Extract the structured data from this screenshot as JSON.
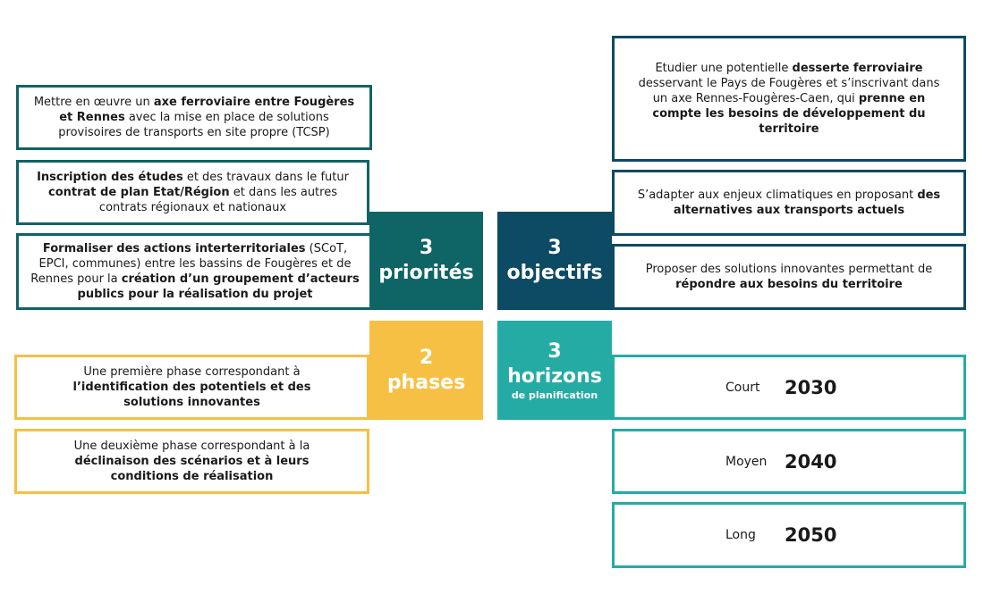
{
  "colors": {
    "teal": "#0f6466",
    "navy": "#0d4a63",
    "yellow": "#f5c044",
    "aqua": "#24aca4"
  },
  "tiles": {
    "priorites": {
      "number": "3",
      "label": "priorités"
    },
    "objectifs": {
      "number": "3",
      "label": "objectifs"
    },
    "phases": {
      "number": "2",
      "label": "phases"
    },
    "horizons": {
      "number": "3",
      "label": "horizons",
      "sublabel": "de planification"
    }
  },
  "priorites": [
    {
      "text_1": "Mettre en œuvre un ",
      "bold_1": "axe ferroviaire entre Fougères et Rennes",
      "text_2": " avec la mise en place de solutions provisoires de transports en site propre (TCSP)"
    },
    {
      "bold_1": "Inscription des études",
      "text_1": " et des travaux dans le futur ",
      "bold_2": "contrat de plan Etat/Région",
      "text_2": " et dans les autres contrats régionaux et nationaux"
    },
    {
      "bold_1": "Formaliser des actions interterritoriales",
      "text_1": " (SCoT, EPCI, communes) entre les bassins de Fougères et de Rennes pour la ",
      "bold_2": "création d’un groupement d’acteurs publics pour la réalisation du projet"
    }
  ],
  "objectifs": [
    {
      "text_1": "Etudier une potentielle ",
      "bold_1": "desserte ferroviaire",
      "text_2": " desservant le Pays de Fougères et s’inscrivant dans un axe Rennes-Fougères-Caen, qui ",
      "bold_2": "prenne en compte les besoins de développement du territoire"
    },
    {
      "text_1": "S’adapter aux enjeux climatiques en proposant ",
      "bold_1": "des alternatives aux transports actuels"
    },
    {
      "text_1": "Proposer des solutions innovantes permettant de ",
      "bold_1": "répondre aux besoins du territoire"
    }
  ],
  "phases": [
    {
      "text_1": "Une première phase correspondant à ",
      "bold_1": "l’identification des potentiels et des solutions innovantes"
    },
    {
      "text_1": "Une deuxième phase correspondant à la ",
      "bold_1": "déclinaison des scénarios et à leurs conditions de réalisation"
    }
  ],
  "horizons": [
    {
      "label": "Court",
      "year": "2030"
    },
    {
      "label": "Moyen",
      "year": "2040"
    },
    {
      "label": "Long",
      "year": "2050"
    }
  ]
}
